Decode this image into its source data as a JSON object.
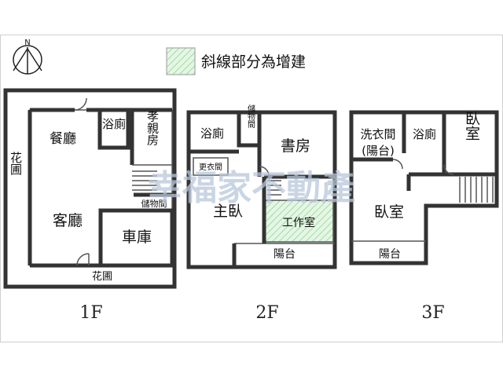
{
  "legend": {
    "swatch_label": "斜線部分為增建",
    "swatch_color": "#c8ebc8"
  },
  "compass": {
    "north_label": "N"
  },
  "watermark": "幸福家不動產",
  "floors": {
    "f1": {
      "label": "1F",
      "rooms": {
        "dining": "餐廳",
        "bath": "浴廁",
        "parents_room": "孝親房",
        "garden_side": "花圃",
        "living": "客廳",
        "storage": "儲物間",
        "garage": "車庫",
        "garden_front": "花圃"
      }
    },
    "f2": {
      "label": "2F",
      "rooms": {
        "bath": "浴廁",
        "storage": "儲物間",
        "study": "書房",
        "wardrobe": "更衣間",
        "master": "主臥",
        "workroom": "工作室",
        "balcony": "陽台"
      }
    },
    "f3": {
      "label": "3F",
      "rooms": {
        "laundry": "洗衣間",
        "laundry_sub": "(陽台)",
        "bath": "浴廁",
        "bedroom_a": "臥室",
        "bedroom_b": "臥室",
        "balcony": "陽台"
      }
    }
  },
  "colors": {
    "wall": "#333333",
    "frame": "#cfcfcf",
    "addition": "#c8ebc8"
  }
}
